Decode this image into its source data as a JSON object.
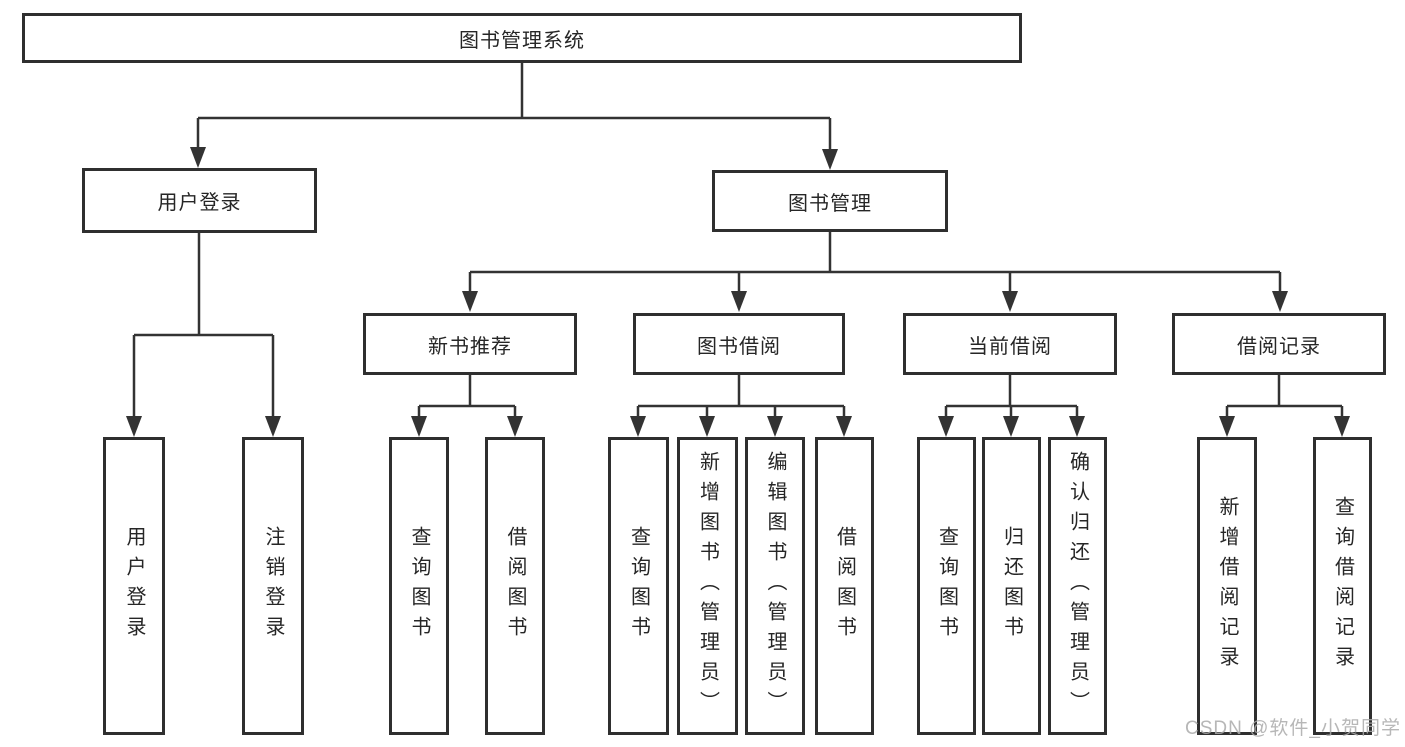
{
  "diagram": {
    "nodes": {
      "root": "图书管理系统",
      "user_login": "用户登录",
      "book_mgmt": "图书管理",
      "new_book": "新书推荐",
      "book_borrow": "图书借阅",
      "current_borrow": "当前借阅",
      "borrow_record": "借阅记录"
    },
    "leaves": {
      "user_login": [
        "用户登录",
        "注销登录"
      ],
      "new_book": [
        "查询图书",
        "借阅图书"
      ],
      "book_borrow": [
        "查询图书",
        "新增图书（管理员）",
        "编辑图书（管理员）",
        "借阅图书"
      ],
      "current_borrow": [
        "查询图书",
        "归还图书",
        "确认归还（管理员）"
      ],
      "borrow_record": [
        "新增借阅记录",
        "查询借阅记录"
      ]
    },
    "watermark": "CSDN @软件_小贺同学",
    "colors": {
      "line": "#333333",
      "box_border": "#2f2f2f",
      "text": "#262626",
      "watermark": "#ababab",
      "background": "#ffffff"
    }
  }
}
